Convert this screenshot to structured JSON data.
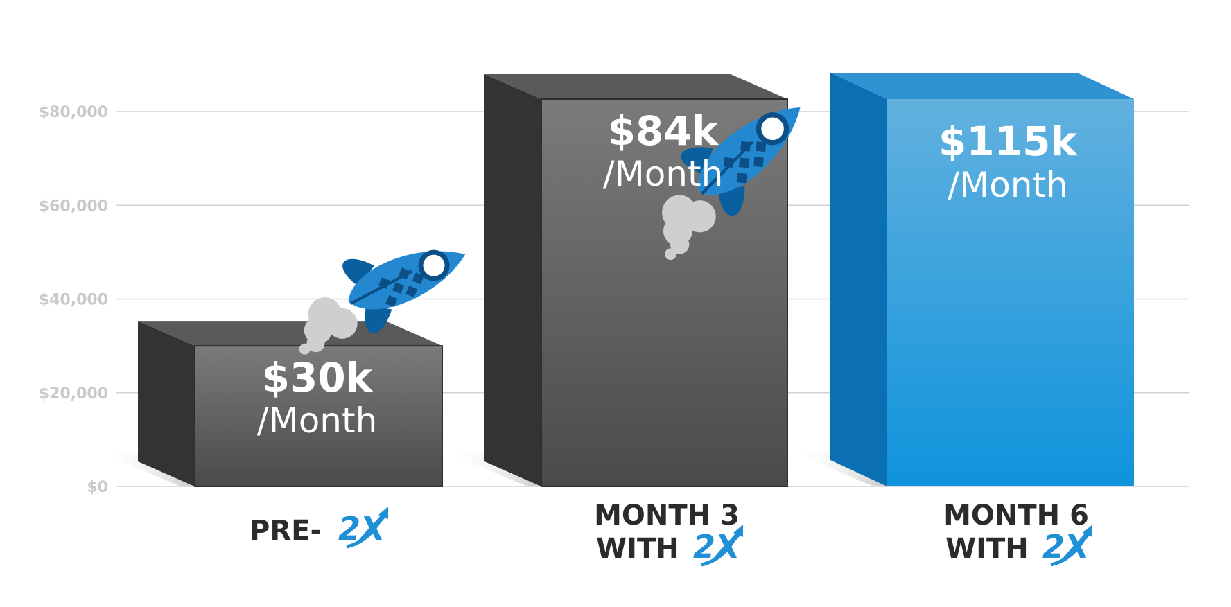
{
  "chart_data": {
    "type": "bar",
    "categories": [
      "PRE-",
      "MONTH 3 WITH",
      "MONTH 6 WITH"
    ],
    "category_lines": [
      [
        "PRE-"
      ],
      [
        "MONTH 3",
        "WITH"
      ],
      [
        "MONTH 6",
        "WITH"
      ]
    ],
    "brand_mark": "2X",
    "values": [
      30000,
      84000,
      115000
    ],
    "value_labels": [
      "$30k",
      "$84k",
      "$115k"
    ],
    "unit_label": "/Month",
    "ylim": [
      0,
      80000
    ],
    "yticks": [
      0,
      20000,
      40000,
      60000,
      80000
    ],
    "ytick_labels": [
      "$0",
      "$20,000",
      "$40,000",
      "$60,000",
      "$80,000"
    ],
    "grid": true,
    "title": "",
    "xlabel": "",
    "ylabel": "",
    "colors": {
      "gray_front": "#6e6e6e",
      "gray_side": "#333333",
      "gray_top": "#5a5a5a",
      "blue_front": "#2a9be0",
      "blue_side": "#0a6fb3",
      "blue_top": "#2f93d1",
      "brand": "#1f8fd6",
      "grid": "#d2d2d2",
      "tick_text": "#c9c9c9",
      "category_text": "#2b2b2b"
    }
  }
}
